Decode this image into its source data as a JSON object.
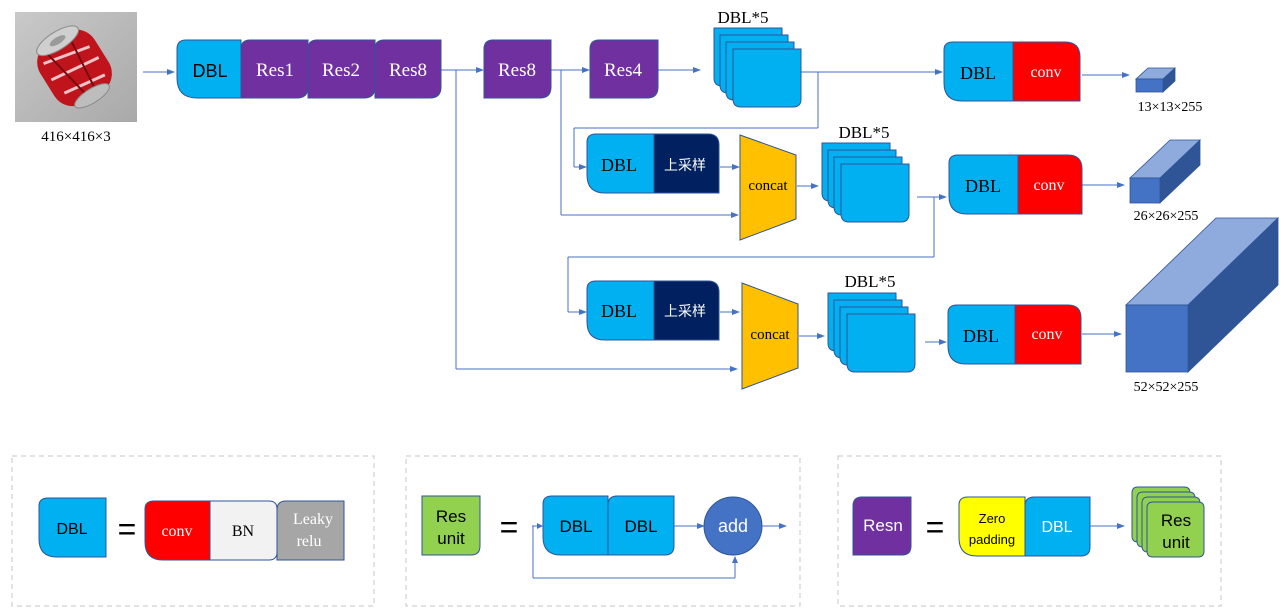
{
  "input": {
    "label": "416×416×3"
  },
  "backbone": {
    "dbl": "DBL",
    "res1": "Res1",
    "res2": "Res2",
    "res8a": "Res8",
    "res8b": "Res8",
    "res4": "Res4"
  },
  "branch1": {
    "stack_label": "DBL*5",
    "dbl": "DBL",
    "conv": "conv",
    "output": "13×13×255"
  },
  "branch2": {
    "dbl_up": "DBL",
    "upsample": "上采样",
    "concat": "concat",
    "stack_label": "DBL*5",
    "dbl": "DBL",
    "conv": "conv",
    "output": "26×26×255"
  },
  "branch3": {
    "dbl_up": "DBL",
    "upsample": "上采样",
    "concat": "concat",
    "stack_label": "DBL*5",
    "dbl": "DBL",
    "conv": "conv",
    "output": "52×52×255"
  },
  "legend": {
    "dbl_def": {
      "lhs": "DBL",
      "eq": "=",
      "conv": "conv",
      "bn": "BN",
      "leaky_1": "Leaky",
      "leaky_2": "relu"
    },
    "res_unit_def": {
      "lhs_1": "Res",
      "lhs_2": "unit",
      "eq": "=",
      "dbl1": "DBL",
      "dbl2": "DBL",
      "add": "add"
    },
    "resn_def": {
      "lhs": "Resn",
      "eq": "=",
      "zero_1": "Zero",
      "zero_2": "padding",
      "dbl": "DBL",
      "res_unit_1": "Res",
      "res_unit_2": "unit"
    }
  },
  "colors": {
    "dbl": "#00b0f0",
    "res": "#7030a0",
    "conv": "#ff0000",
    "upsample": "#002060",
    "concat": "#ffc000",
    "bn": "#f2f2f2",
    "leaky": "#a6a6a6",
    "zero_padding": "#ffff00",
    "res_unit": "#92d050",
    "line": "#4472c4",
    "output_box": "#4472c4"
  }
}
